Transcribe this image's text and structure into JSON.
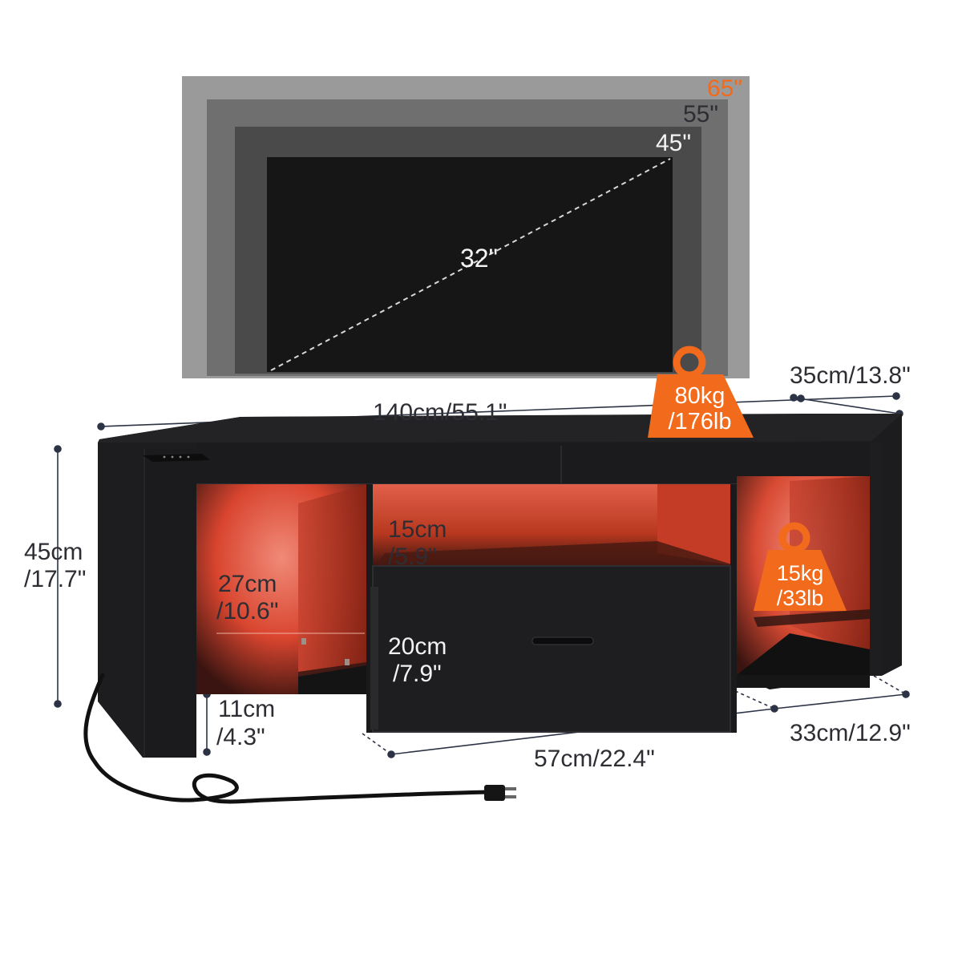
{
  "colors": {
    "accent_orange": "#f26a1b",
    "cabinet_black": "#1b1b1d",
    "led_glow": "#e0533a",
    "dimension_line": "#2c3344",
    "screen_65": "#9a9a9a",
    "screen_55": "#6f6f6f",
    "screen_45": "#4a4a4a",
    "screen_32": "#161616"
  },
  "tv_sizes": {
    "s65": "65\"",
    "s55": "55\"",
    "s45": "45\"",
    "s32": "32\""
  },
  "dimensions": {
    "width": "140cm/55.1\"",
    "depth": "35cm/13.8\"",
    "height_l1": "45cm",
    "height_l2": "/17.7\"",
    "side_shelf_l1": "27cm",
    "side_shelf_l2": "/10.6\"",
    "base_l1": "11cm",
    "base_l2": "/4.3\"",
    "open_shelf_l1": "15cm",
    "open_shelf_l2": "/5.9\"",
    "drawer_l1": "20cm",
    "drawer_l2": "/7.9\"",
    "center_width": "57cm/22.4\"",
    "inner_depth": "33cm/12.9\""
  },
  "load_capacity": {
    "top_l1": "80kg",
    "top_l2": "/176lb",
    "shelf_l1": "15kg",
    "shelf_l2": "/33lb"
  },
  "icons": [
    "weight-icon",
    "power-plug-icon",
    "led-remote-icon"
  ]
}
